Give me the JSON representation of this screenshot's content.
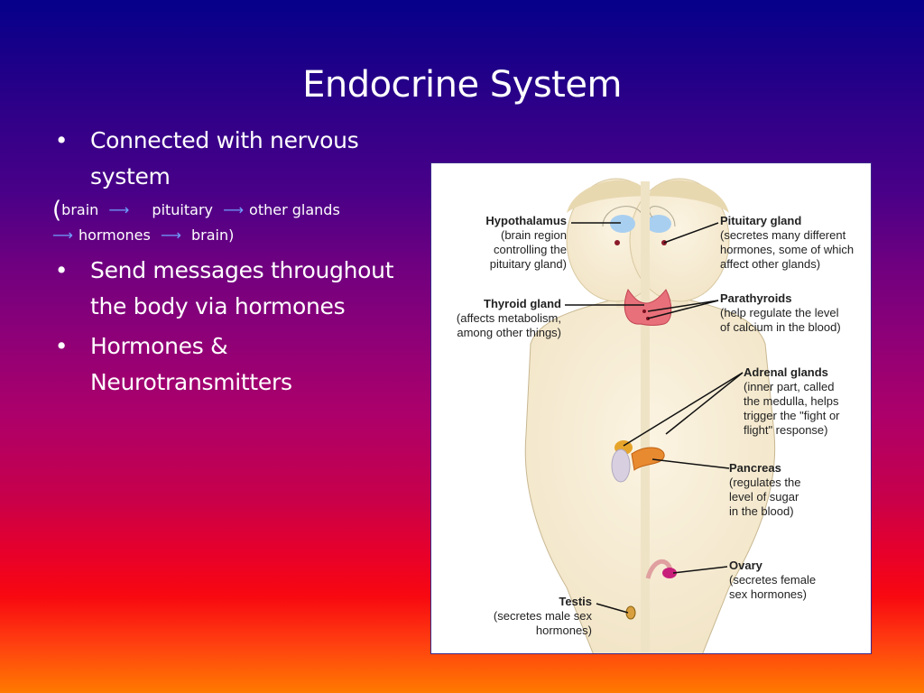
{
  "slide": {
    "title": "Endocrine System",
    "bullets": [
      {
        "text": "Connected with nervous system"
      },
      {
        "text": "Send messages throughout the body via hormones"
      },
      {
        "text": "Hormones & Neurotransmitters"
      }
    ],
    "flow": {
      "open_paren": "(",
      "steps": [
        "brain",
        "pituitary",
        "other glands",
        "hormones",
        "brain)"
      ],
      "arrow": "⟶"
    },
    "bullet_glyph": "•"
  },
  "figure": {
    "labels": {
      "hypothalamus": {
        "name": "Hypothalamus",
        "desc": [
          "(brain region",
          "controlling the",
          "pituitary gland)"
        ]
      },
      "pituitary": {
        "name": "Pituitary gland",
        "desc": [
          "(secretes many different",
          "hormones, some of which",
          "affect other glands)"
        ]
      },
      "thyroid": {
        "name": "Thyroid gland",
        "desc": [
          "(affects metabolism,",
          "among other things)"
        ]
      },
      "parathyroids": {
        "name": "Parathyroids",
        "desc": [
          "(help regulate the level",
          "of calcium in the blood)"
        ]
      },
      "adrenal": {
        "name": "Adrenal glands",
        "desc": [
          "(inner part, called",
          "the medulla, helps",
          "trigger the \"fight or",
          "flight\" response)"
        ]
      },
      "pancreas": {
        "name": "Pancreas",
        "desc": [
          "(regulates the",
          "level of sugar",
          "in the blood)"
        ]
      },
      "ovary": {
        "name": "Ovary",
        "desc": [
          "(secretes female",
          "sex hormones)"
        ]
      },
      "testis": {
        "name": "Testis",
        "desc": [
          "(secretes male sex",
          "hormones)"
        ]
      }
    }
  },
  "colors": {
    "bg_top": "#05008a",
    "bg_mid": "#8c0078",
    "bg_red": "#f80810",
    "bg_bottom": "#ff7a00",
    "arrow": "#6fa0ff",
    "text": "#ffffff"
  }
}
